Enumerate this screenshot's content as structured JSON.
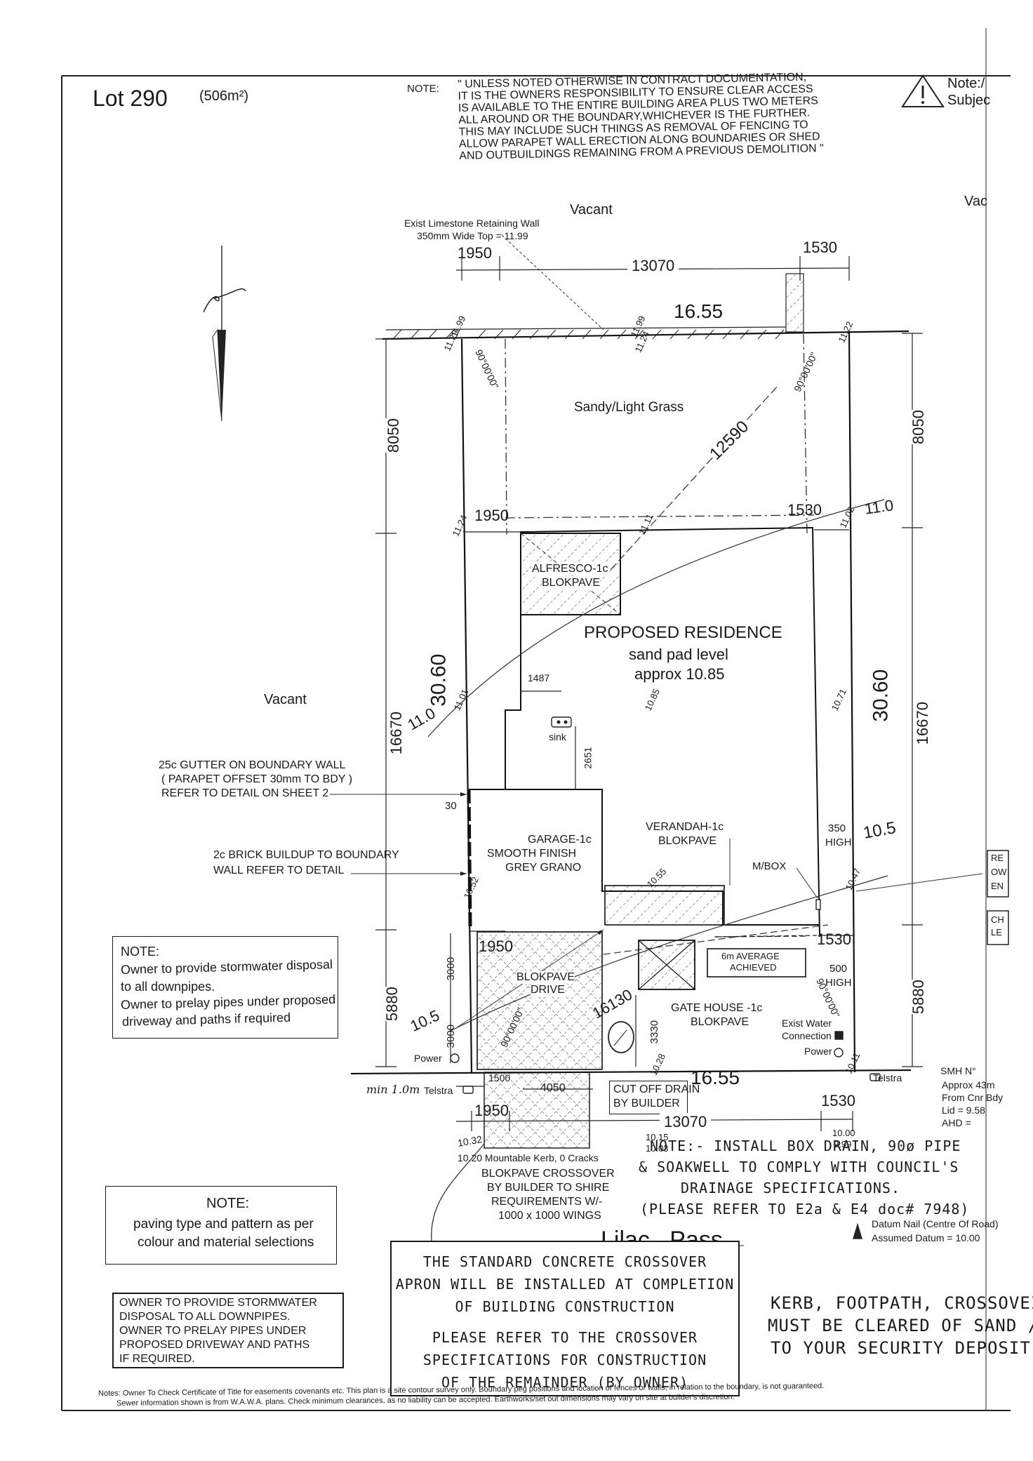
{
  "lot": {
    "title": "Lot 290",
    "area": "(506m²)"
  },
  "top_note": {
    "label": "NOTE:",
    "lines": [
      "\" UNLESS NOTED OTHERWISE IN CONTRACT DOCUMENTATION,",
      "IT IS THE OWNERS RESPONSIBILITY TO ENSURE CLEAR ACCESS",
      "IS AVAILABLE TO THE ENTIRE BUILDING AREA PLUS TWO METERS",
      "ALL AROUND OR THE BOUNDARY,WHICHEVER IS THE FURTHER.",
      "THIS MAY INCLUDE SUCH THINGS AS REMOVAL OF FENCING TO",
      "ALLOW PARAPET WALL ERECTION ALONG BOUNDARIES OR SHED",
      "AND OUTBUILDINGS REMAINING FROM A PREVIOUS DEMOLITION \""
    ]
  },
  "corner_note": {
    "line1": "Note:/",
    "line2": "Subjec"
  },
  "surroundings": {
    "vacant_top": "Vacant",
    "vacant_top_right": "Vac",
    "vacant_left": "Vacant",
    "road_name": "Lilac   Pass"
  },
  "retaining_wall": {
    "line1": "Exist Limestone Retaining Wall",
    "line2": "350mm Wide Top = 11.99"
  },
  "dimensions": {
    "top_left_setback": "1950",
    "top_mid": "13070",
    "top_right_setback": "1530",
    "frontage_top": "16.55",
    "rear_depth_left": "8050",
    "rear_depth_right": "8050",
    "diagonal": "12590",
    "lot_depth_left": "30.60",
    "lot_depth_right": "30.60",
    "house_depth_left": "16670",
    "house_depth_right": "16670",
    "front_depth_left": "5880",
    "front_depth_right": "5880",
    "setback_left_mid": "1950",
    "setback_right_mid": "1530",
    "setback_left_front": "1950",
    "setback_right_front": "1530",
    "alfresco_offset": "1487",
    "sink_offset": "2651",
    "parapet_offset": "30",
    "drive_3000a": "3000",
    "drive_3000b": "3000",
    "gate_3330": "3330",
    "diag_16130": "16130",
    "verge_1500": "1500",
    "verge_4050": "4050",
    "frontage_bottom": "16.55",
    "bottom_left_setback": "1950",
    "bottom_mid": "13070",
    "bottom_right_setback": "1530",
    "height_350": "350",
    "height_350_high": "HIGH",
    "height_500": "500",
    "height_500_high": "HIGH"
  },
  "levels": {
    "l1199a": "11.99",
    "l1129": "11.29",
    "l1199b": "11.99",
    "l1124a": "11.24",
    "l1122": "11.22",
    "l1124b": "11.24",
    "l1111": "11.11",
    "l1102": "11.02",
    "contour110a": "11.0",
    "contour110b": "11.0",
    "l1101": "11.01",
    "l1085": "10.85",
    "l1071": "10.71",
    "contour105a": "10.5",
    "contour105b": "10.5",
    "l1052": "10.52",
    "l1055": "10.55",
    "l1047": "10.47",
    "l1028": "10.28",
    "l1011": "10.11",
    "l1015": "10.15",
    "l1003": "10.03",
    "l1000": "10.00",
    "l999": "9.99",
    "l1032": "10.32",
    "l1020": "10.20 Mountable Kerb, 0 Cracks"
  },
  "angles": {
    "a1": "90°00'00\"",
    "a2": "90°00'00\"",
    "a3": "90°00'00\"",
    "a4": "90°00'00\""
  },
  "site": {
    "ground": "Sandy/Light Grass",
    "residence_title": "PROPOSED RESIDENCE",
    "residence_sub1": "sand pad level",
    "residence_sub2": "approx 10.85",
    "alfresco1": "ALFRESCO-1c",
    "alfresco2": "BLOKPAVE",
    "sink": "sink",
    "garage1": "GARAGE-1c",
    "garage2": "SMOOTH FINISH",
    "garage3": "GREY GRANO",
    "verandah1": "VERANDAH-1c",
    "verandah2": "BLOKPAVE",
    "mbox": "M/BOX",
    "drive1": "BLOKPAVE",
    "drive2": "DRIVE",
    "average1": "6m AVERAGE",
    "average2": "ACHIEVED",
    "gate1": "GATE HOUSE -1c",
    "gate2": "BLOKPAVE",
    "water1": "Exist Water",
    "water2": "Connection",
    "power_left": "Power",
    "power_right": "Power",
    "telstra_left": "Telstra",
    "telstra_right": "Telstra",
    "min_note": "min 1.0m",
    "cut_off1": "CUT OFF DRAIN",
    "cut_off2": "BY BUILDER",
    "crossover1": "BLOKPAVE CROSSOVER",
    "crossover2": "BY BUILDER TO SHIRE",
    "crossover3": "REQUIREMENTS W/-",
    "crossover4": "1000 x 1000 WINGS"
  },
  "callouts": {
    "gutter1": "25c GUTTER ON BOUNDARY WALL",
    "gutter2": "( PARAPET OFFSET 30mm TO BDY )",
    "gutter3": "REFER TO DETAIL ON SHEET 2",
    "brick1": "2c BRICK BUILDUP TO BOUNDARY",
    "brick2": "WALL REFER TO DETAIL"
  },
  "stormwater_note": {
    "label": "NOTE:",
    "line1": "Owner to provide stormwater disposal",
    "line2": "to all downpipes.",
    "line3": "Owner to prelay pipes under proposed",
    "line4": "driveway and paths if required"
  },
  "sewer": {
    "l1": "SMH N°",
    "l2": "Approx 43m",
    "l3": "From Cnr Bdy",
    "l4": "Lid = 9.58",
    "l5": "AHD ="
  },
  "drain_stamp": {
    "l1": "NOTE:- INSTALL BOX DRAIN, 90ø PIPE",
    "l2": "& SOAKWELL TO COMPLY WITH COUNCIL'S",
    "l3": "DRAINAGE SPECIFICATIONS.",
    "l4": "(PLEASE REFER TO E2a & E4 doc# 7948)"
  },
  "datum": {
    "l1": "Datum Nail (Centre Of Road)",
    "l2": "Assumed Datum = 10.00"
  },
  "paving_note": {
    "label": "NOTE:",
    "l1": "paving type and pattern as per",
    "l2": "colour and material selections"
  },
  "owner_box": {
    "l1": "OWNER TO PROVIDE STORMWATER",
    "l2": "DISPOSAL TO ALL DOWNPIPES.",
    "l3": "OWNER TO PRELAY PIPES UNDER",
    "l4": "PROPOSED DRIVEWAY AND PATHS",
    "l5": "IF REQUIRED."
  },
  "crossover_stamp": {
    "l1": "THE STANDARD CONCRETE CROSSOVER",
    "l2": "APRON WILL BE INSTALLED AT COMPLETION",
    "l3": "OF BUILDING CONSTRUCTION",
    "l4": "PLEASE REFER TO THE CROSSOVER",
    "l5": "SPECIFICATIONS FOR CONSTRUCTION",
    "l6": "OF THE REMAINDER (BY OWNER)"
  },
  "kerb_stamp": {
    "l1": "KERB, FOOTPATH, CROSSOVEI",
    "l2": "MUST BE CLEARED OF SAND /",
    "l3": "TO YOUR SECURITY DEPOSIT"
  },
  "edge_fragments": {
    "f1": "RE",
    "f2": "OW",
    "f3": "EN",
    "f4": "CH",
    "f5": "LE"
  },
  "footer": {
    "l1": "Notes:  Owner To Check Certificate of Title for easements covenants etc.  This plan is a site contour survey only.  Boundary peg positions and location of fences or walls, in relation to the boundary, is not guaranteed.",
    "l2": "Sewer information shown is from W.A.W.A. plans.  Check minimum clearances, as no liability can be accepted.  Earthworks/set out dimensions may vary on site at builder's discretion."
  }
}
